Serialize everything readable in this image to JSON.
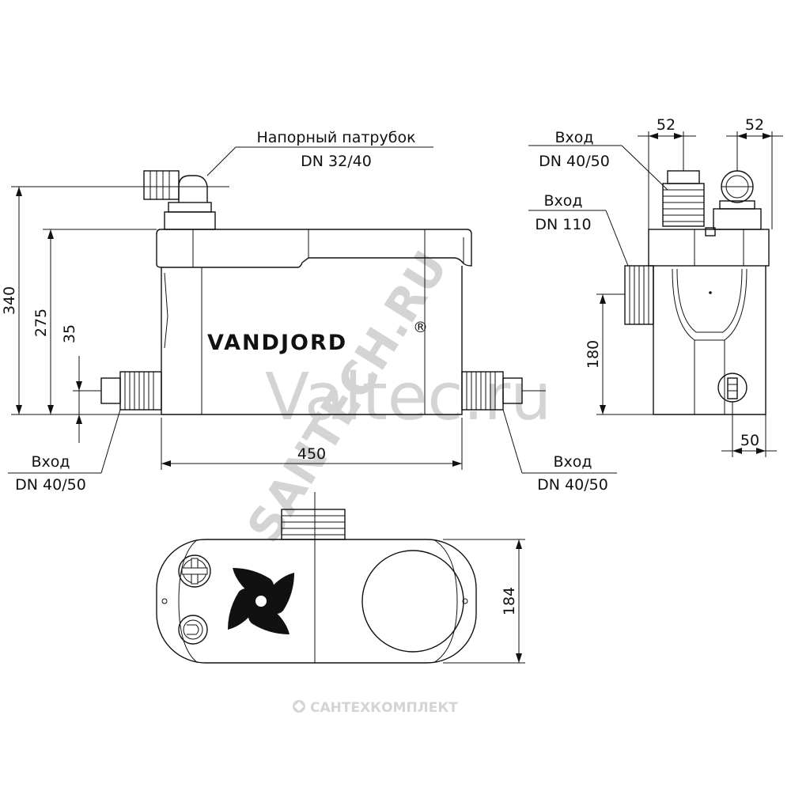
{
  "labels": {
    "outlet_title": "Напорный патрубок",
    "outlet_dn": "DN 32/40",
    "inlet_left_title": "Вход",
    "inlet_left_dn": "DN 40/50",
    "inlet_right_title": "Вход",
    "inlet_right_dn": "DN 40/50",
    "side_inlet_top_title": "Вход",
    "side_inlet_top_dn": "DN 40/50",
    "side_inlet_mid_title": "Вход",
    "side_inlet_mid_dn": "DN 110"
  },
  "dimensions": {
    "total_height": "340",
    "body_height": "275",
    "inlet_height": "35",
    "width": "450",
    "side_inlet_height": "180",
    "side_top_left": "52",
    "side_top_right": "52",
    "side_bottom": "50",
    "top_depth": "184"
  },
  "brand": {
    "name": "VANDJORD",
    "mark": "®"
  },
  "watermarks": {
    "center": "Valtec.ru",
    "diagonal": "SANTECH.RU",
    "footer": "САНТЕХКОМПЛЕКТ"
  },
  "colors": {
    "line": "#111111",
    "watermark": "#d4d4d4"
  }
}
